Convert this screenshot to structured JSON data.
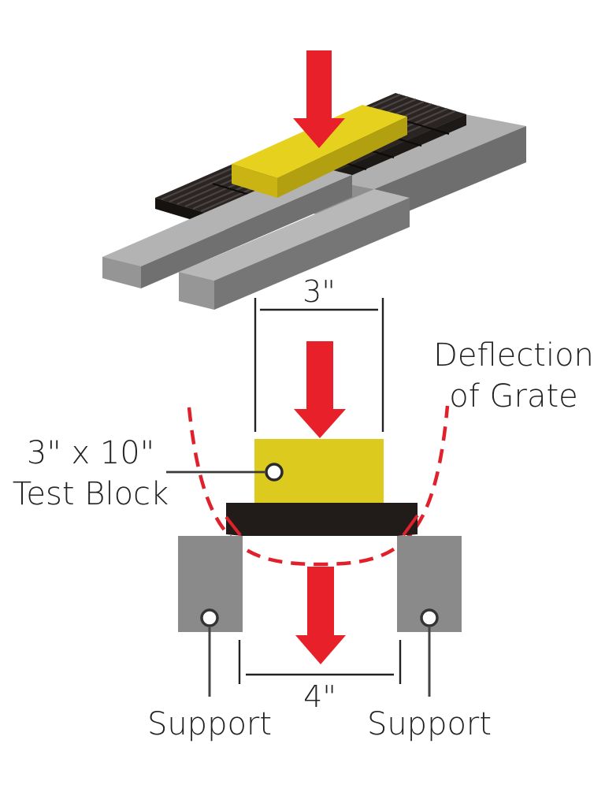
{
  "labels": {
    "top_dimension": "3\"",
    "bottom_dimension": "4\"",
    "deflection_line1": "Deflection",
    "deflection_line2": "of Grate",
    "block_line1": "3\" x  10\"",
    "block_line2": "Test Block",
    "support_left": "Support",
    "support_right": "Support"
  },
  "colors": {
    "load_arrow": "#e8202a",
    "test_block": "#dcca1e",
    "grate": "#211c1a",
    "support": "#8a8a8a",
    "deflection_curve": "#e0202a",
    "text": "#222222"
  }
}
